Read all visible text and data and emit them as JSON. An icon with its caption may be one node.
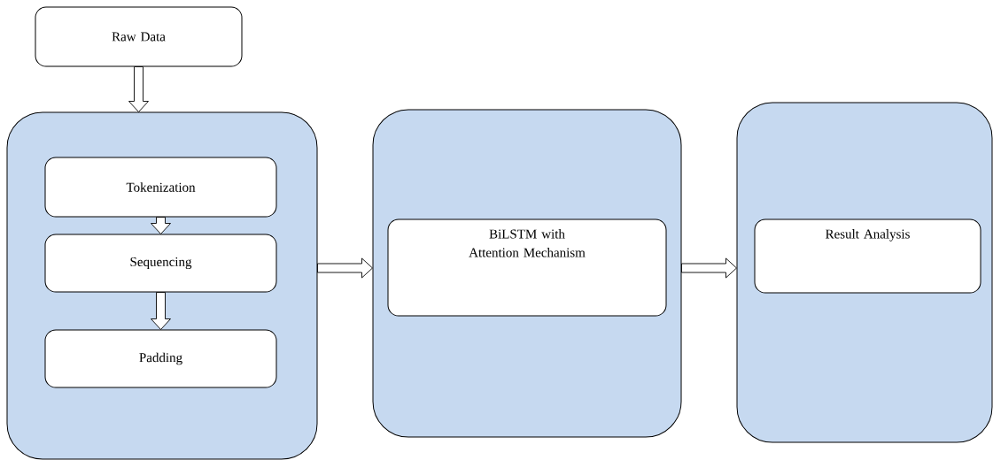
{
  "diagram": {
    "nodes": [
      {
        "text": [
          "Raw Data"
        ]
      },
      {
        "text": [],
        "shape": "box"
      },
      {
        "text": [
          "Tokenization"
        ],
        "in": 1
      },
      {
        "text": [
          "Sequencing"
        ],
        "in": 1
      },
      {
        "text": [
          "Padding"
        ],
        "in": 1
      },
      {
        "text": [],
        "shape": "box"
      },
      {
        "text": [
          "BiLSTM with Attention Mechanism"
        ],
        "in": 5
      },
      {
        "text": [],
        "shape": "box"
      },
      {
        "text": [
          "Result Analysis"
        ],
        "in": 7
      }
    ],
    "edges": [
      {
        "from": 0,
        "to": 1,
        "arrow": "to"
      },
      {
        "from": 2,
        "to": 3,
        "arrow": "to"
      },
      {
        "from": 3,
        "to": 4,
        "arrow": "to"
      },
      {
        "from": 1,
        "to": 5,
        "arrow": "to"
      },
      {
        "from": 5,
        "to": 7,
        "arrow": "to"
      }
    ]
  }
}
